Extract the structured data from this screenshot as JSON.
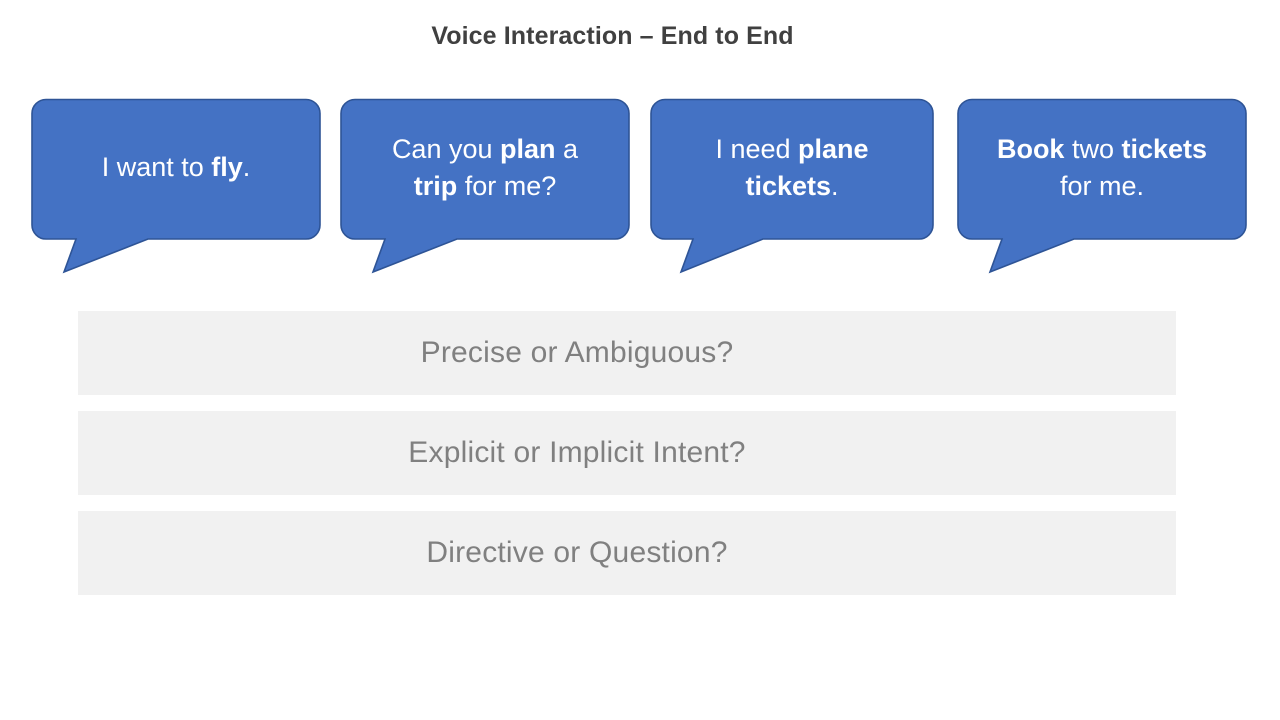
{
  "slide": {
    "title": "Voice Interaction – End to End",
    "background_color": "#FFFFFF",
    "title_color": "#404040"
  },
  "theme": {
    "bubble_fill": "#4472C4",
    "bubble_stroke": "#2E5496",
    "bubble_text_color": "#FFFFFF",
    "band_fill": "#F1F1F1",
    "band_text_color": "#808080"
  },
  "bubbles": [
    {
      "id": "bubble-1",
      "full_text": "I want to fly.",
      "lines": [
        [
          {
            "text": "I want to ",
            "bold": false
          },
          {
            "text": "fly",
            "bold": true
          },
          {
            "text": ".",
            "bold": false
          }
        ]
      ]
    },
    {
      "id": "bubble-2",
      "full_text": "Can you plan a trip for me?",
      "lines": [
        [
          {
            "text": "Can you ",
            "bold": false
          },
          {
            "text": "plan",
            "bold": true
          },
          {
            "text": " a",
            "bold": false
          }
        ],
        [
          {
            "text": "trip",
            "bold": true
          },
          {
            "text": " for me?",
            "bold": false
          }
        ]
      ]
    },
    {
      "id": "bubble-3",
      "full_text": "I need plane tickets.",
      "lines": [
        [
          {
            "text": "I need ",
            "bold": false
          },
          {
            "text": "plane",
            "bold": true
          }
        ],
        [
          {
            "text": "tickets",
            "bold": true
          },
          {
            "text": ".",
            "bold": false
          }
        ]
      ]
    },
    {
      "id": "bubble-4",
      "full_text": "Book two tickets for me.",
      "lines": [
        [
          {
            "text": "Book",
            "bold": true
          },
          {
            "text": " two ",
            "bold": false
          },
          {
            "text": "tickets",
            "bold": true
          }
        ],
        [
          {
            "text": "for me.",
            "bold": false
          }
        ]
      ]
    }
  ],
  "bands": [
    {
      "id": "band-1",
      "label": "Precise or Ambiguous?"
    },
    {
      "id": "band-2",
      "label": "Explicit or Implicit Intent?"
    },
    {
      "id": "band-3",
      "label": "Directive or Question?"
    }
  ]
}
